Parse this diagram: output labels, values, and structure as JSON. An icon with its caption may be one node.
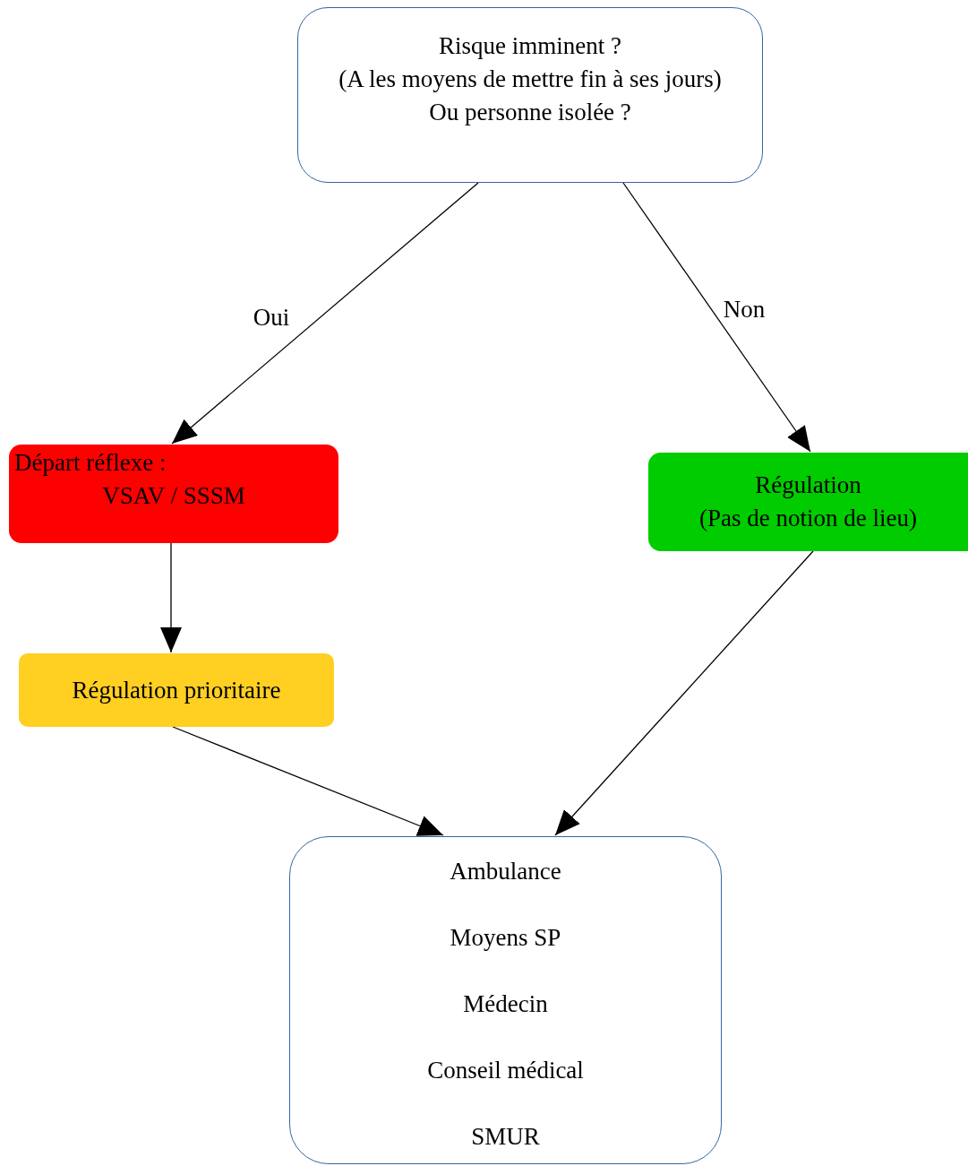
{
  "diagram": {
    "nodes": [
      {
        "text": [
          "Risque imminent ?",
          "(A les moyens de mettre fin à ses jours)",
          "Ou personne isolée ?"
        ]
      },
      {
        "text": [
          "Départ réflexe :",
          "VSAV / SSSM"
        ]
      },
      {
        "text": [
          "Régulation",
          "(Pas de notion de lieu)"
        ]
      },
      {
        "text": [
          "Régulation prioritaire"
        ]
      },
      {
        "text": [
          "Ambulance",
          "Moyens SP",
          "Médecin",
          "Conseil médical",
          "SMUR"
        ]
      }
    ],
    "edges": [
      {
        "from": 0,
        "to": 1,
        "arrow": "to",
        "label": "Oui"
      },
      {
        "from": 0,
        "to": 2,
        "arrow": "to",
        "label": "Non"
      },
      {
        "from": 1,
        "to": 3,
        "arrow": "to"
      },
      {
        "from": 2,
        "to": 4,
        "arrow": "to"
      },
      {
        "from": 3,
        "to": 4,
        "arrow": "to"
      }
    ]
  }
}
